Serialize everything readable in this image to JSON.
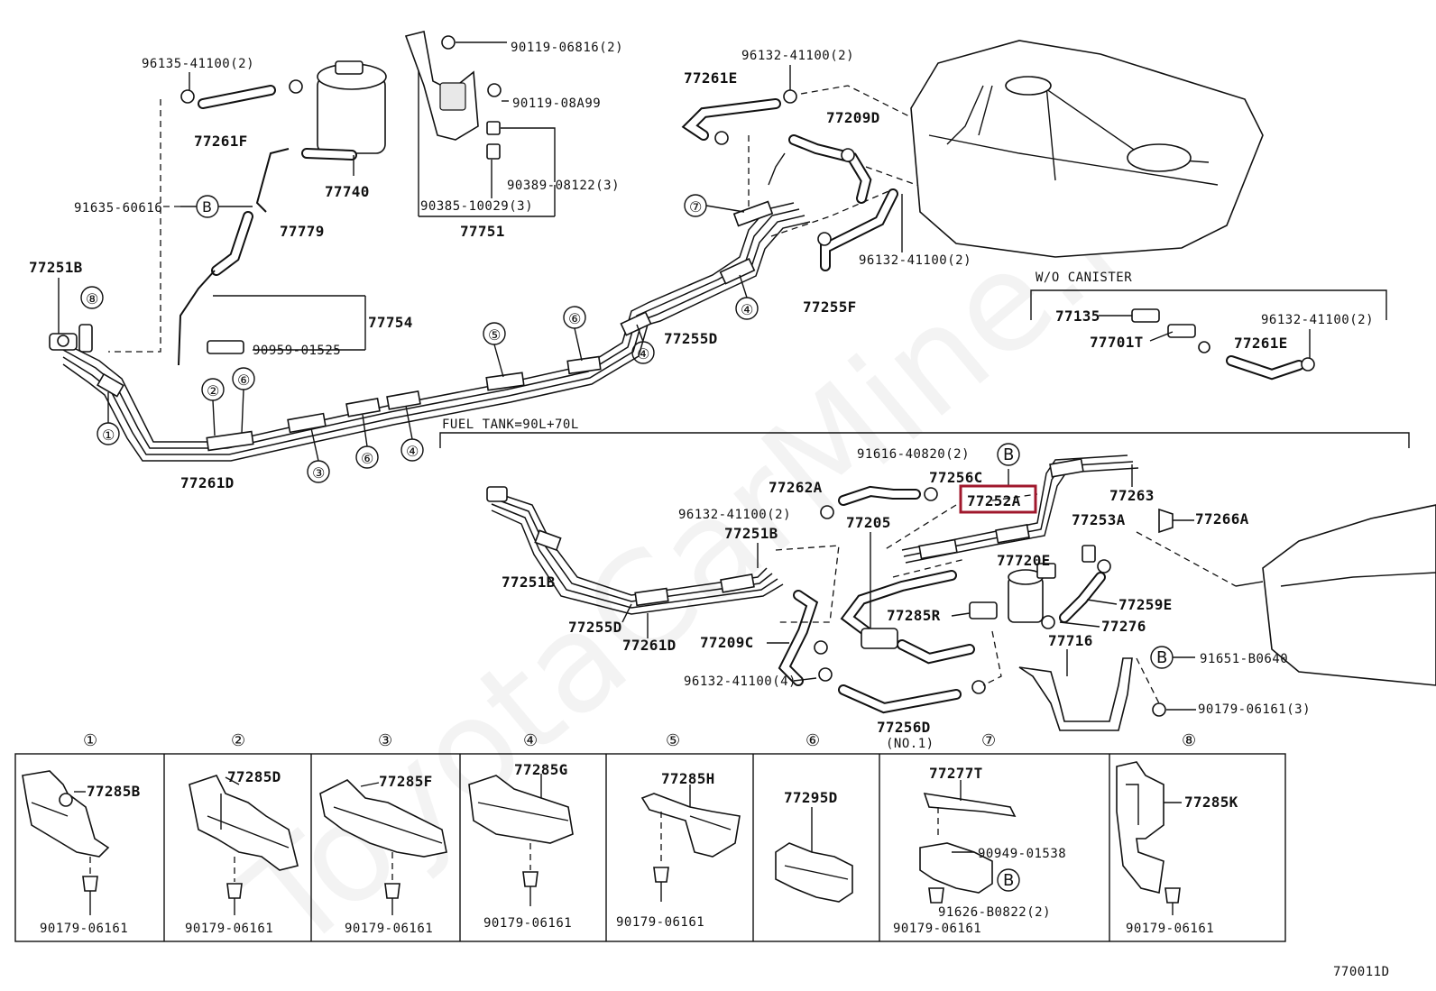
{
  "watermark": "ToyotaCarMine.ru",
  "diagram_id": "770011D",
  "highlighted_part": "77252A",
  "top_labels": {
    "p96135_41100": "96135-41100(2)",
    "p77261F": "77261F",
    "p77740": "77740",
    "p91635_60616": "91635-60616",
    "p77779": "77779",
    "p77251B": "77251B",
    "p77754": "77754",
    "p90959_01525": "90959-01525",
    "p90119_06816": "90119-06816(2)",
    "p90119_08A99": "90119-08A99",
    "p90389_08122": "90389-08122(3)",
    "p90385_10029": "90385-10029(3)",
    "p77751": "77751",
    "p96132_41100_a": "96132-41100(2)",
    "p77261E": "77261E",
    "p77209D": "77209D",
    "p96132_41100_b": "96132-41100(2)",
    "p77255F": "77255F",
    "p77255D": "77255D",
    "p77261D": "77261D",
    "wo_canister": "W/O CANISTER",
    "p77135": "77135",
    "p77701T": "77701T",
    "p96132_41100_c": "96132-41100(2)",
    "p77261E_b": "77261E"
  },
  "lower_labels": {
    "fuel_tank": "FUEL TANK=90L+70L",
    "p91616_40820": "91616-40820(2)",
    "p77256C": "77256C",
    "p77262A": "77262A",
    "p77252A": "77252A",
    "p77263": "77263",
    "p96132_41100_d": "96132-41100(2)",
    "p77205": "77205",
    "p77253A": "77253A",
    "p77266A": "77266A",
    "p77251B_b": "77251B",
    "p77251B_c": "77251B",
    "p77720E": "77720E",
    "p77259E": "77259E",
    "p77285R": "77285R",
    "p77276": "77276",
    "p77255D_b": "77255D",
    "p77261D_b": "77261D",
    "p77209C": "77209C",
    "p77716": "77716",
    "p91651_B0640": "91651-B0640",
    "p96132_41100_e": "96132-41100(4)",
    "p90179_06161_a": "90179-06161(3)",
    "p77256D": "77256D",
    "no1": "(NO.1)"
  },
  "callouts": {
    "c1": "①",
    "c2": "②",
    "c3": "③",
    "c4": "④",
    "c5": "⑤",
    "c6": "⑥",
    "c7": "⑦",
    "c8": "⑧",
    "B": "B"
  },
  "clamp_panels": [
    {
      "num": "①",
      "part": "77285B",
      "bolt": "90179-06161"
    },
    {
      "num": "②",
      "part": "77285D",
      "bolt": "90179-06161"
    },
    {
      "num": "③",
      "part": "77285F",
      "bolt": "90179-06161"
    },
    {
      "num": "④",
      "part": "77285G",
      "bolt": "90179-06161"
    },
    {
      "num": "⑤",
      "part": "77285H",
      "bolt": "90179-06161"
    },
    {
      "num": "⑥",
      "part": "77295D",
      "bolt": ""
    },
    {
      "num": "⑦",
      "part": "77277T",
      "bolt": "90179-06161",
      "extra1": "90949-01538",
      "extra2": "91626-B0822(2)"
    },
    {
      "num": "⑧",
      "part": "77285K",
      "bolt": "90179-06161"
    }
  ]
}
